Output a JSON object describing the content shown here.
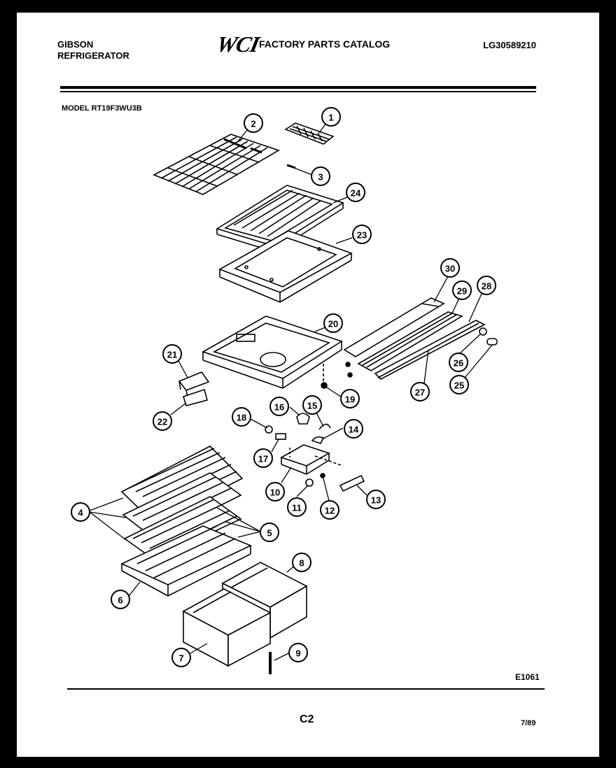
{
  "header": {
    "brand_line1": "GIBSON",
    "brand_line2": "REFRIGERATOR",
    "logo_text": "WCI",
    "catalog_title": "FACTORY PARTS CATALOG",
    "document_number": "LG30589210",
    "model_label": "MODEL RT19F3WU3B"
  },
  "callouts": [
    {
      "id": "p1",
      "label": "1"
    },
    {
      "id": "p2",
      "label": "2"
    },
    {
      "id": "p3",
      "label": "3"
    },
    {
      "id": "p24",
      "label": "24"
    },
    {
      "id": "p23",
      "label": "23"
    },
    {
      "id": "p30",
      "label": "30"
    },
    {
      "id": "p29",
      "label": "29"
    },
    {
      "id": "p28",
      "label": "28"
    },
    {
      "id": "p20",
      "label": "20"
    },
    {
      "id": "p26",
      "label": "26"
    },
    {
      "id": "p25",
      "label": "25"
    },
    {
      "id": "p27",
      "label": "27"
    },
    {
      "id": "p21",
      "label": "21"
    },
    {
      "id": "p19",
      "label": "19"
    },
    {
      "id": "p22",
      "label": "22"
    },
    {
      "id": "p16",
      "label": "16"
    },
    {
      "id": "p15",
      "label": "15"
    },
    {
      "id": "p18",
      "label": "18"
    },
    {
      "id": "p14",
      "label": "14"
    },
    {
      "id": "p17",
      "label": "17"
    },
    {
      "id": "p10",
      "label": "10"
    },
    {
      "id": "p11",
      "label": "11"
    },
    {
      "id": "p12",
      "label": "12"
    },
    {
      "id": "p13",
      "label": "13"
    },
    {
      "id": "p4",
      "label": "4"
    },
    {
      "id": "p5",
      "label": "5"
    },
    {
      "id": "p8",
      "label": "8"
    },
    {
      "id": "p6",
      "label": "6"
    },
    {
      "id": "p7",
      "label": "7"
    },
    {
      "id": "p9",
      "label": "9"
    }
  ],
  "footer": {
    "diagram_id": "E1061",
    "page_code": "C2",
    "date": "7/89"
  }
}
